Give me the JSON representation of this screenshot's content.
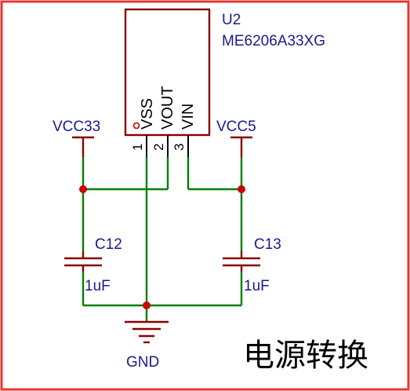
{
  "sheet": {
    "title": "电源转换",
    "border_color": "#e53935",
    "wire_color": "#008000",
    "part_color": "#8a0000",
    "label_color": "#1a1a8c"
  },
  "u2": {
    "designator": "U2",
    "part_number": "ME6206A33XG",
    "pins": [
      {
        "number": "1",
        "name": "VSS"
      },
      {
        "number": "2",
        "name": "VOUT"
      },
      {
        "number": "3",
        "name": "VIN"
      }
    ]
  },
  "nets": {
    "vcc33": "VCC33",
    "vcc5": "VCC5",
    "gnd": "GND"
  },
  "c12": {
    "designator": "C12",
    "value": "1uF"
  },
  "c13": {
    "designator": "C13",
    "value": "1uF"
  }
}
